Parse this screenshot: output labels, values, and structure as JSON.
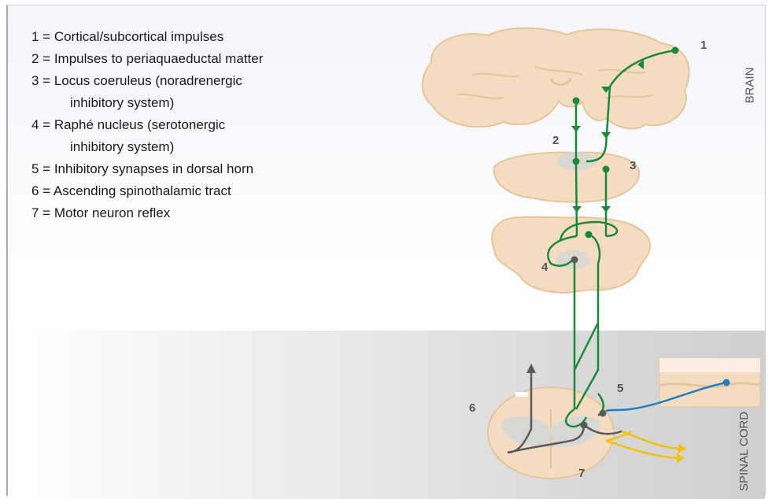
{
  "legend": [
    {
      "text": "1 = Cortical/subcortical impulses"
    },
    {
      "text": "2 = Impulses to periaquaeductal matter"
    },
    {
      "text": "3 = Locus coeruleus (noradrenergic"
    },
    {
      "text": "inhibitory system)"
    },
    {
      "text": "4 = Raphé nucleus (serotonergic"
    },
    {
      "text": "inhibitory system)"
    },
    {
      "text": "5 = Inhibitory synapses in dorsal horn"
    },
    {
      "text": "6 = Ascending spinothalamic tract"
    },
    {
      "text": "7 = Motor neuron reflex"
    }
  ],
  "regions": {
    "brain": "BRAIN",
    "spinal_cord": "SPINAL CORD"
  },
  "markers": {
    "m1": "1",
    "m2": "2",
    "m3": "3",
    "m4": "4",
    "m5": "5",
    "m6": "6",
    "m7": "7"
  },
  "colors": {
    "pathway_green": "#1a8a3a",
    "sensory_blue": "#1f7fc0",
    "motor_yellow": "#f2c200",
    "ascending_gray": "#5a5a5a",
    "tissue": "#f3dcc0",
    "tissue_outline": "#e6c49c"
  }
}
